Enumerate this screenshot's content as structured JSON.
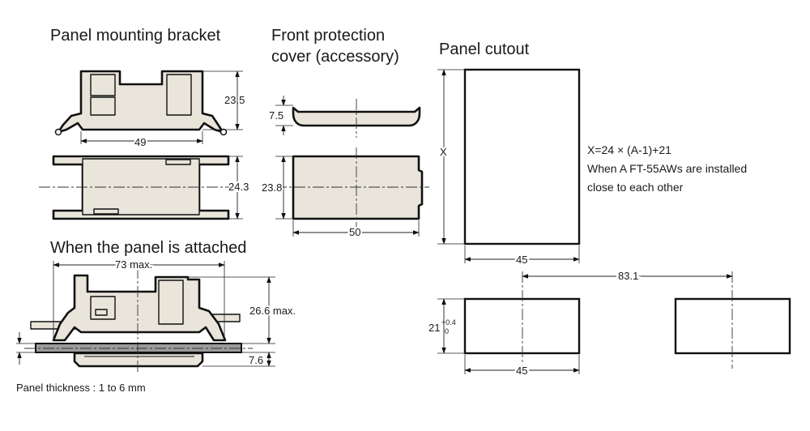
{
  "headings": {
    "bracket": "Panel mounting bracket",
    "cover_line1": "Front protection",
    "cover_line2": "cover (accessory)",
    "cutout": "Panel cutout",
    "attached": "When the panel is attached"
  },
  "dimensions": {
    "bracket_height": "23.5",
    "bracket_width": "49",
    "bracket_body_height": "24.3",
    "cover_thickness": "7.5",
    "cover_height": "23.8",
    "cover_width": "50",
    "attached_width": "73 max.",
    "attached_height": "26.6 max.",
    "attached_depth": "7.6",
    "cutout_x": "X",
    "cutout_width": "45",
    "cutout_pitch": "83.1",
    "cutout_height": "21",
    "cutout_tol_upper": "+0.4",
    "cutout_tol_lower": "0",
    "cutout_width_2": "45"
  },
  "notes": {
    "formula": "X=24 × (A-1)+21",
    "formula_line2": "When A FT-55AWs are installed",
    "formula_line3": "close to each other",
    "panel_thickness": "Panel thickness : 1 to 6 mm"
  },
  "colors": {
    "part_fill": "#e9e5da",
    "panel_fill": "#9b9b9b",
    "outline": "#111111"
  }
}
